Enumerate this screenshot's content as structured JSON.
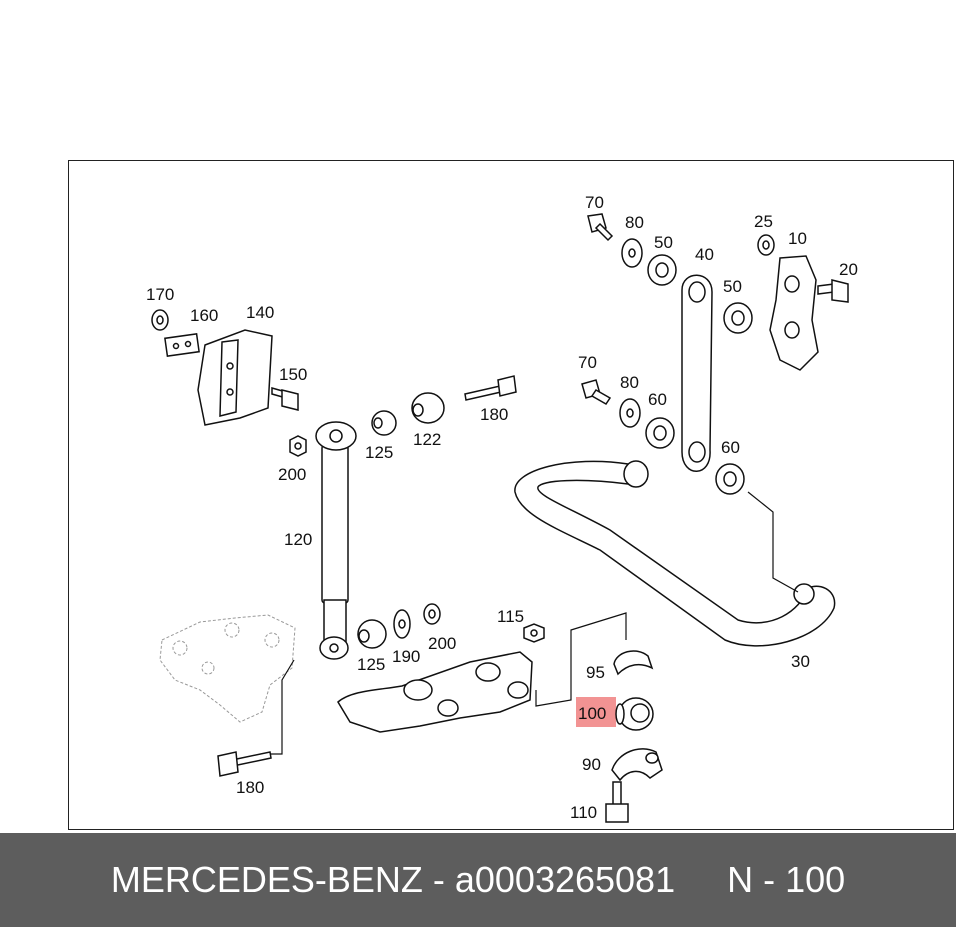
{
  "footer": {
    "brand": "MERCEDES-BENZ",
    "separator": " - ",
    "part_number": "a0003265081",
    "position_ref": "N - 100"
  },
  "highlight": {
    "label": "100",
    "color": "#f08080"
  },
  "callouts": {
    "p70a": "70",
    "p80a": "80",
    "p50a": "50",
    "p40": "40",
    "p50b": "50",
    "p25": "25",
    "p10": "10",
    "p20": "20",
    "p170": "170",
    "p160": "160",
    "p140": "140",
    "p150": "150",
    "p70b": "70",
    "p80b": "80",
    "p60a": "60",
    "p180a": "180",
    "p125a": "125",
    "p122": "122",
    "p200a": "200",
    "p60b": "60",
    "p120": "120",
    "p115": "115",
    "p95": "95",
    "p100": "100",
    "p30": "30",
    "p125b": "125",
    "p190": "190",
    "p200b": "200",
    "p90": "90",
    "p110": "110",
    "p180b": "180"
  }
}
